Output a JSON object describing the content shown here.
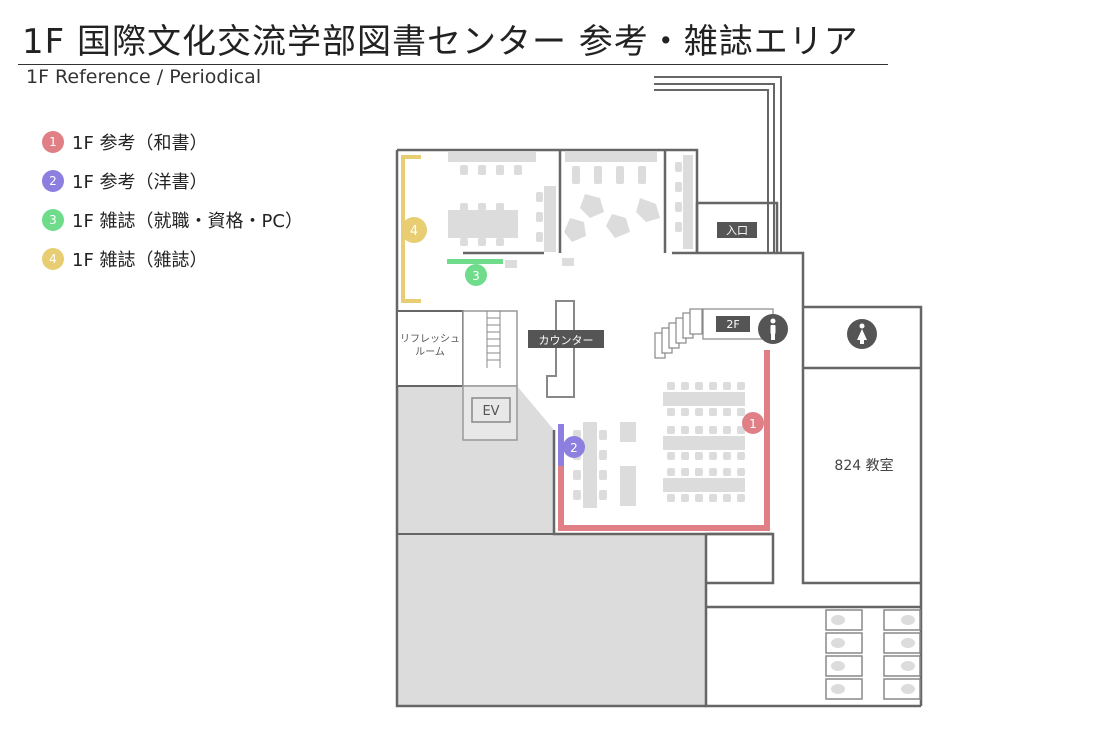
{
  "header": {
    "title": "1F  国際文化交流学部図書センター 参考・雑誌エリア",
    "subtitle": "1F Reference / Periodical"
  },
  "legend": [
    {
      "num": "1",
      "label": "1F 参考（和書）",
      "color": "#e07f86"
    },
    {
      "num": "2",
      "label": "1F 参考（洋書）",
      "color": "#8c7fe0"
    },
    {
      "num": "3",
      "label": "1F 雑誌（就職・資格・PC）",
      "color": "#6fdc8c"
    },
    {
      "num": "4",
      "label": "1F 雑誌（雑誌）",
      "color": "#e8cd73"
    }
  ],
  "map": {
    "rooms": {
      "refresh_room": "リフレッシュ\nルーム",
      "ev": "EV",
      "counter": "カウンター",
      "entrance": "入口",
      "stairs_2f": "2F",
      "classroom": "824 教室"
    },
    "icons": [
      "male-restroom-icon",
      "female-restroom-icon"
    ]
  }
}
